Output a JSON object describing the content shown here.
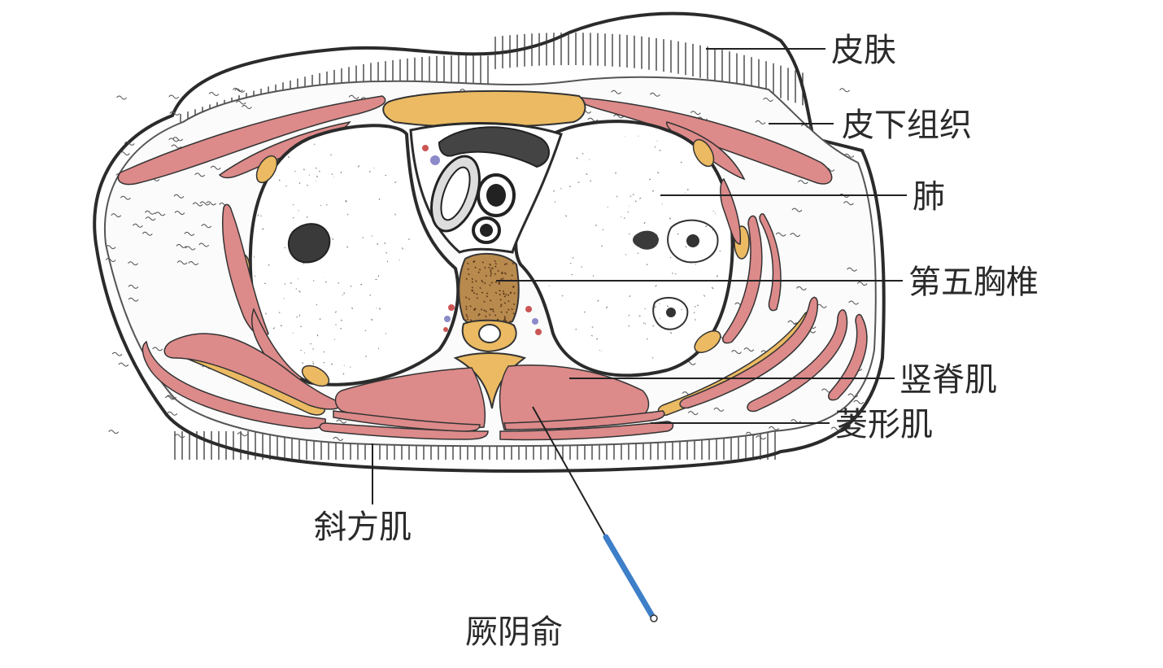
{
  "diagram": {
    "labels": {
      "skin": "皮肤",
      "subcutaneous": "皮下组织",
      "lung": "肺",
      "t5": "第五胸椎",
      "erector": "竖脊肌",
      "rhomboid": "菱形肌",
      "trapezius": "斜方肌",
      "acupoint": "厥阴俞"
    }
  },
  "colors": {
    "muscle": "#dd8a8a",
    "bone": "#ebba62",
    "outline": "#2b2b2b",
    "needle": "#3d7fc8",
    "vertebra_body": "#b98a4e"
  }
}
